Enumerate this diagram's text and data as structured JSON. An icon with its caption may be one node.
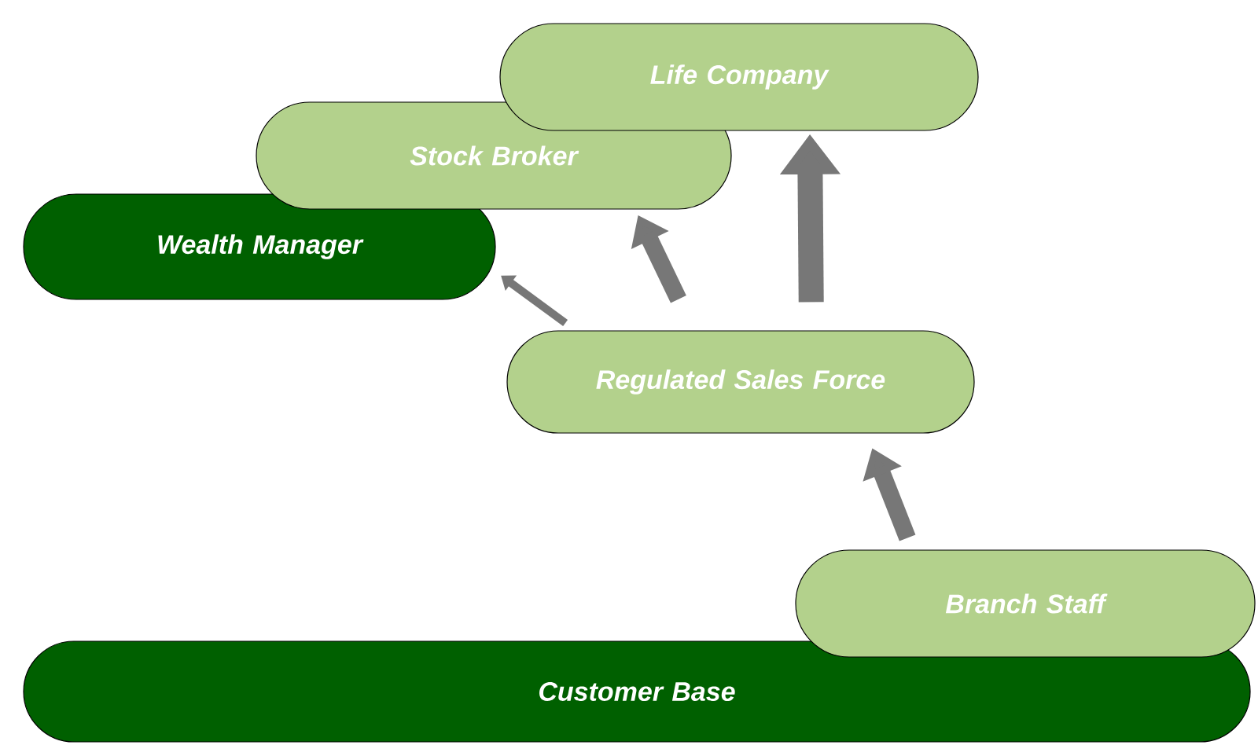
{
  "diagram": {
    "nodes": [
      {
        "text": [
          "Life Company"
        ]
      },
      {
        "text": [
          "Stock Broker"
        ]
      },
      {
        "text": [
          "Wealth Manager"
        ]
      },
      {
        "text": [
          "Regulated Sales Force"
        ]
      },
      {
        "text": [
          "Branch Staff"
        ]
      },
      {
        "text": [
          "Customer Base"
        ]
      }
    ],
    "edges": [
      {
        "from": 3,
        "to": 2,
        "arrow": "to"
      },
      {
        "from": 3,
        "to": 1,
        "arrow": "to"
      },
      {
        "from": 3,
        "to": 0,
        "arrow": "to"
      },
      {
        "from": 4,
        "to": 3,
        "arrow": "to"
      }
    ]
  }
}
